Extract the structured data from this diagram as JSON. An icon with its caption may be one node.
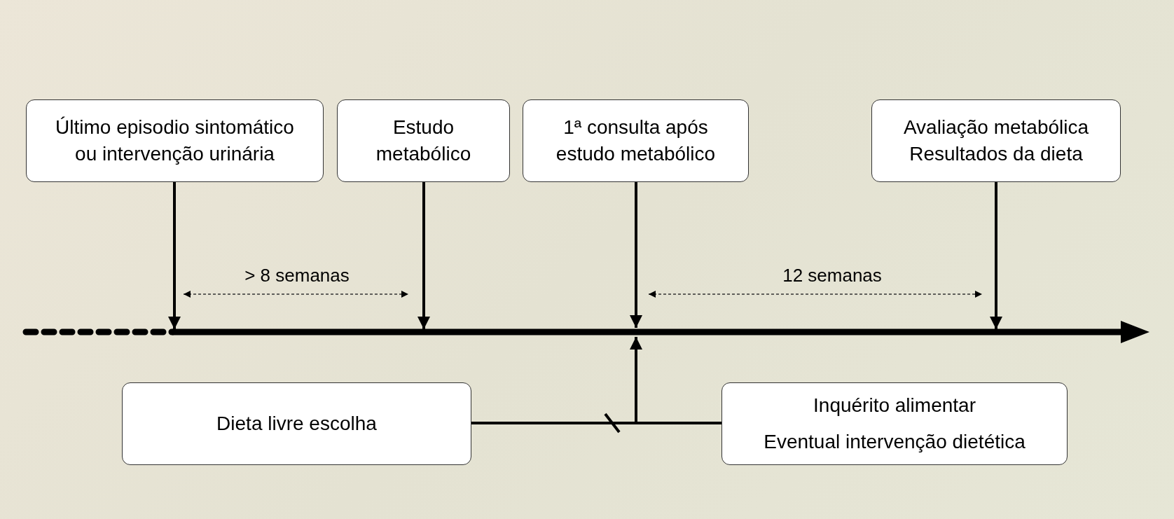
{
  "diagram": {
    "nodes": [
      {
        "text": [
          "Último episodio sintomático ou intervenção urinária"
        ]
      },
      {
        "text": [
          "Estudo metabólico"
        ]
      },
      {
        "text": [
          "1ª consulta após estudo metabólico"
        ]
      },
      {
        "text": [
          "Avaliação metabólica",
          "Resultados da dieta"
        ]
      },
      {
        "text": [
          "Dieta livre escolha"
        ]
      },
      {
        "text": [
          "Inquérito alimentar",
          "Eventual intervenção dietética"
        ]
      }
    ],
    "edges": [
      {
        "from": 0,
        "to": null,
        "arrow": "to"
      },
      {
        "from": 1,
        "to": null,
        "arrow": "to"
      },
      {
        "from": 2,
        "to": null,
        "arrow": "to"
      },
      {
        "from": 3,
        "to": null,
        "arrow": "to"
      },
      {
        "from": 4,
        "to": null,
        "arrow": "to"
      },
      {
        "from": 5,
        "to": null,
        "arrow": "to"
      }
    ],
    "labels": [
      "> 8 semanas",
      "12 semanas"
    ]
  }
}
